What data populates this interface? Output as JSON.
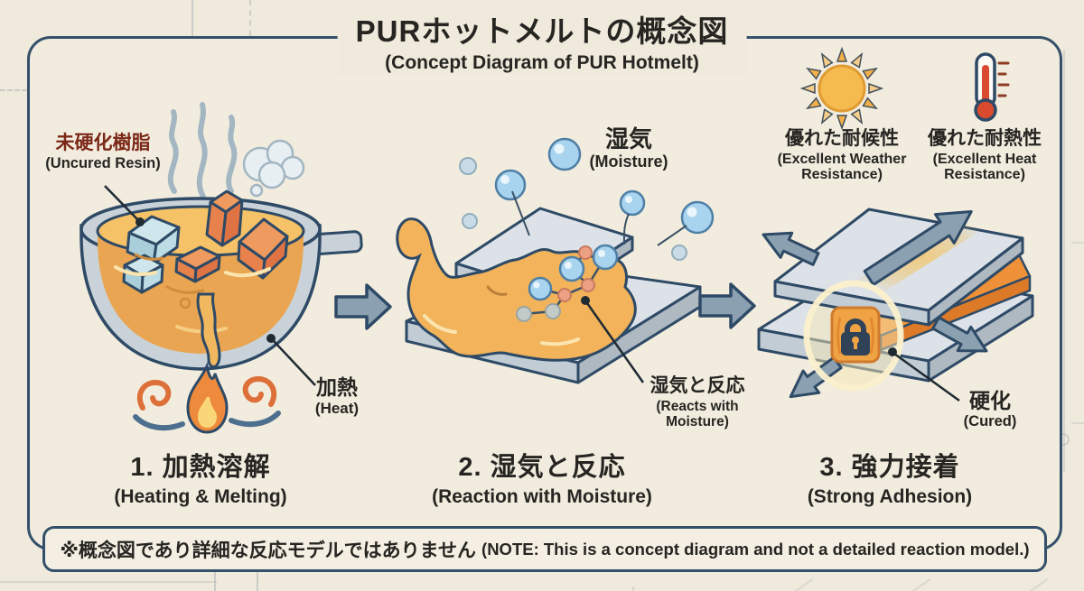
{
  "title": {
    "ja": "PURホットメルトの概念図",
    "en": "(Concept Diagram of PUR Hotmelt)"
  },
  "steps": [
    {
      "caption_ja": "1. 加熱溶解",
      "caption_en": "(Heating & Melting)",
      "labels": {
        "resin_ja": "未硬化樹脂",
        "resin_en": "(Uncured Resin)",
        "heat_ja": "加熱",
        "heat_en": "(Heat)"
      }
    },
    {
      "caption_ja": "2. 湿気と反応",
      "caption_en": "(Reaction with Moisture)",
      "labels": {
        "moisture_ja": "湿気",
        "moisture_en": "(Moisture)",
        "reacts_ja": "湿気と反応",
        "reacts_en": "(Reacts with Moisture)"
      }
    },
    {
      "caption_ja": "3. 強力接着",
      "caption_en": "(Strong Adhesion)",
      "labels": {
        "weather_ja": "優れた耐候性",
        "weather_en": "(Excellent Weather Resistance)",
        "heatres_ja": "優れた耐熱性",
        "heatres_en": "(Excellent Heat Resistance)",
        "cured_ja": "硬化",
        "cured_en": "(Cured)"
      }
    }
  ],
  "note": {
    "ja": "※概念図であり詳細な反応モデルではありません",
    "en": "(NOTE: This is a concept diagram and not a detailed reaction model.)"
  },
  "icons": {
    "step1": [
      "steam-icon",
      "cloud-icon",
      "pot-icon",
      "resin-cube-icon",
      "flame-icon",
      "swirl-icon"
    ],
    "between": [
      "arrow-right-icon"
    ],
    "step2": [
      "moisture-bubble-icon",
      "plate-icon",
      "adhesive-blob-icon",
      "molecule-chain-icon"
    ],
    "step3": [
      "sun-icon",
      "thermometer-icon",
      "bonded-plates-icon",
      "stress-arrow-icon",
      "lock-icon",
      "glow-ring-icon"
    ]
  },
  "colors": {
    "background": "#efeadb",
    "panel_border": "#35506a",
    "outline_navy": "#2e4a66",
    "molten_orange": "#f2b35a",
    "molten_deep": "#e9a551",
    "resin_blue": "#cfe6ec",
    "resin_orange": "#e8824d",
    "plate_gray": "#dce2e7",
    "arrow_gray": "#8ba1b1",
    "bubble_blue": "#a9d4ef",
    "label_maroon": "#7b2817",
    "flame_orange": "#ee8a3c",
    "flame_inner": "#f9d678",
    "sun_yellow": "#f3b04a",
    "thermometer_red": "#d94a2f",
    "lock_badge": "#f0a344",
    "glow_cream": "#f8e7b6",
    "text": "#262522"
  }
}
